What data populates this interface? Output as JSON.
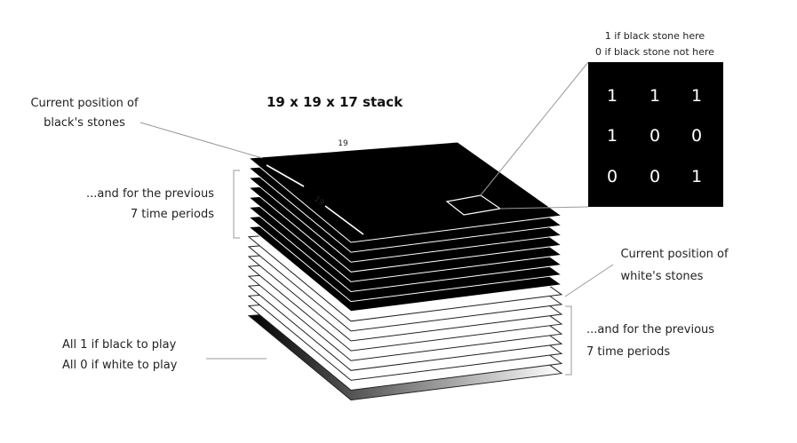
{
  "title": "19 x 19 x 17 stack",
  "dimension_labels": {
    "width": "19",
    "depth": "19"
  },
  "labels": {
    "black_current": [
      "Current position of",
      "black's stones"
    ],
    "black_previous": [
      "...and for the previous",
      "7 time periods"
    ],
    "white_current": [
      "Current position of",
      "white's stones"
    ],
    "white_previous": [
      "...and for the previous",
      "7 time periods"
    ],
    "color_to_play": [
      "All 1 if black to play",
      "All 0 if white to play"
    ]
  },
  "inset": {
    "legend": [
      "1 if black stone here",
      "0 if black stone not here"
    ],
    "grid": [
      [
        "1",
        "1",
        "1"
      ],
      [
        "1",
        "0",
        "0"
      ],
      [
        "0",
        "0",
        "1"
      ]
    ]
  },
  "layers": {
    "black_planes": 8,
    "white_planes": 8,
    "color_planes": 1
  },
  "colors": {
    "black": "#000000",
    "white": "#ffffff",
    "ink": "#111111",
    "leader": "#999999"
  }
}
